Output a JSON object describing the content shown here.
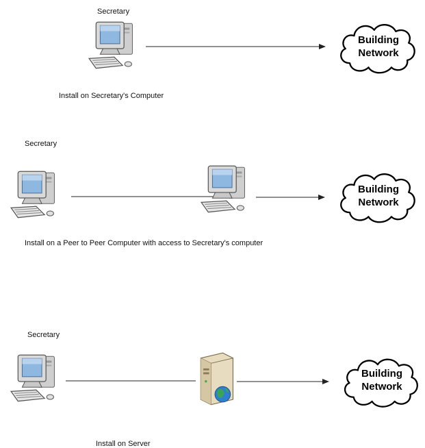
{
  "scenarios": [
    {
      "top_label": "Secretary",
      "caption": "Install on Secretary's Computer",
      "cloud": [
        "Building",
        "Network"
      ]
    },
    {
      "top_label": "Secretary",
      "caption": "Install on a Peer to Peer Computer with access to Secretary's computer",
      "cloud": [
        "Building",
        "Network"
      ]
    },
    {
      "top_label": "Secretary",
      "caption": "Install on Server",
      "cloud": [
        "Building",
        "Network"
      ]
    }
  ],
  "colors": {
    "line": "#222222",
    "monitor_body": "#d9d9d9",
    "screen": "#8fb8e0",
    "server_body": "#e8dcc0",
    "globe": "#2f7fd0",
    "globe_land": "#3aa655"
  },
  "icons": [
    "workstation-icon",
    "server-icon",
    "cloud-icon",
    "arrow-icon"
  ]
}
